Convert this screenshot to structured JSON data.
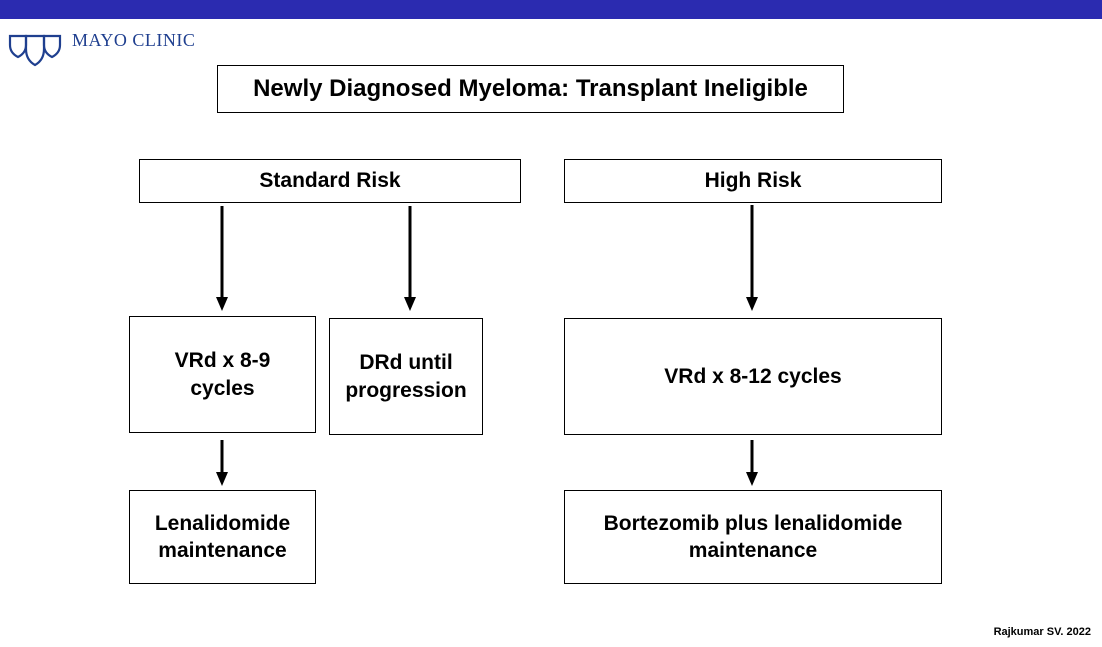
{
  "colors": {
    "top_bar": "#2b2bb0",
    "logo": "#1f3f8f"
  },
  "logo": {
    "icon": "mayo-shields-icon",
    "text": "MAYO CLINIC"
  },
  "title": "Newly Diagnosed Myeloma: Transplant Ineligible",
  "standard_risk": {
    "header": "Standard Risk",
    "left_regimen": "VRd x 8-9 cycles",
    "right_regimen": "DRd until progression",
    "maintenance": "Lenalidomide maintenance"
  },
  "high_risk": {
    "header": "High Risk",
    "regimen": "VRd x 8-12 cycles",
    "maintenance": "Bortezomib plus lenalidomide maintenance"
  },
  "citation": "Rajkumar SV. 2022"
}
